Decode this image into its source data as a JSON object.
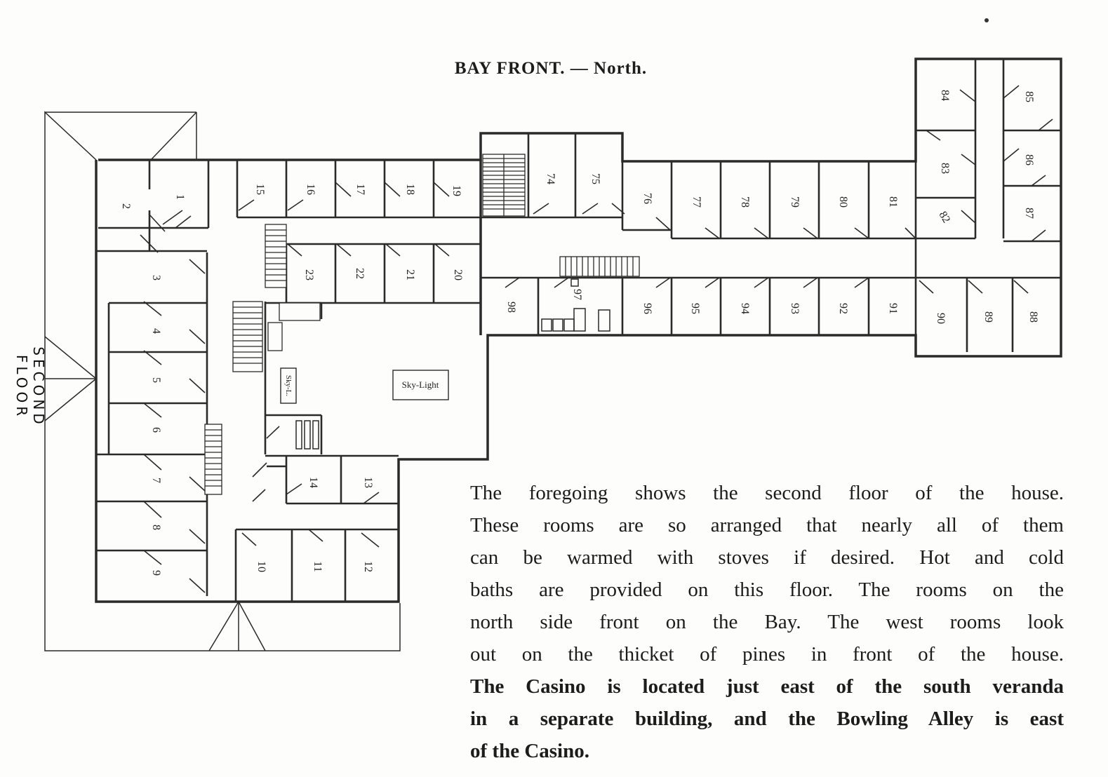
{
  "title": "BAY FRONT. — North.",
  "side_label": "SECOND FLOOR",
  "rooms": {
    "r1": "1",
    "r2": "2",
    "r3": "3",
    "r4": "4",
    "r5": "5",
    "r6": "6",
    "r7": "7",
    "r8": "8",
    "r9": "9",
    "r10": "10",
    "r11": "11",
    "r12": "12",
    "r13": "13",
    "r14": "14",
    "r15": "15",
    "r16": "16",
    "r17": "17",
    "r18": "18",
    "r19": "19",
    "r20": "20",
    "r21": "21",
    "r22": "22",
    "r23": "23",
    "r74": "74",
    "r75": "75",
    "r76": "76",
    "r77": "77",
    "r78": "78",
    "r79": "79",
    "r80": "80",
    "r81": "81",
    "r82": "82",
    "r83": "83",
    "r84": "84",
    "r85": "85",
    "r86": "86",
    "r87": "87",
    "r88": "88",
    "r89": "89",
    "r90": "90",
    "r91": "91",
    "r92": "92",
    "r93": "93",
    "r94": "94",
    "r95": "95",
    "r96": "96",
    "r97": "97",
    "r98": "98"
  },
  "skylight_large": "Sky-Light",
  "skylight_small": "Sky-L.",
  "paragraph": [
    "The foregoing shows the second floor of the house.",
    "These rooms are so arranged that nearly all of them",
    "can be warmed with stoves if desired. Hot and cold",
    "baths are provided on this floor. The rooms on the",
    "north side front on the Bay. The west rooms look",
    "out on the thicket of pines in front of the house.",
    "The Casino is located just east of the south veranda",
    "in a separate building, and the Bowling Alley is east",
    "of the Casino."
  ]
}
